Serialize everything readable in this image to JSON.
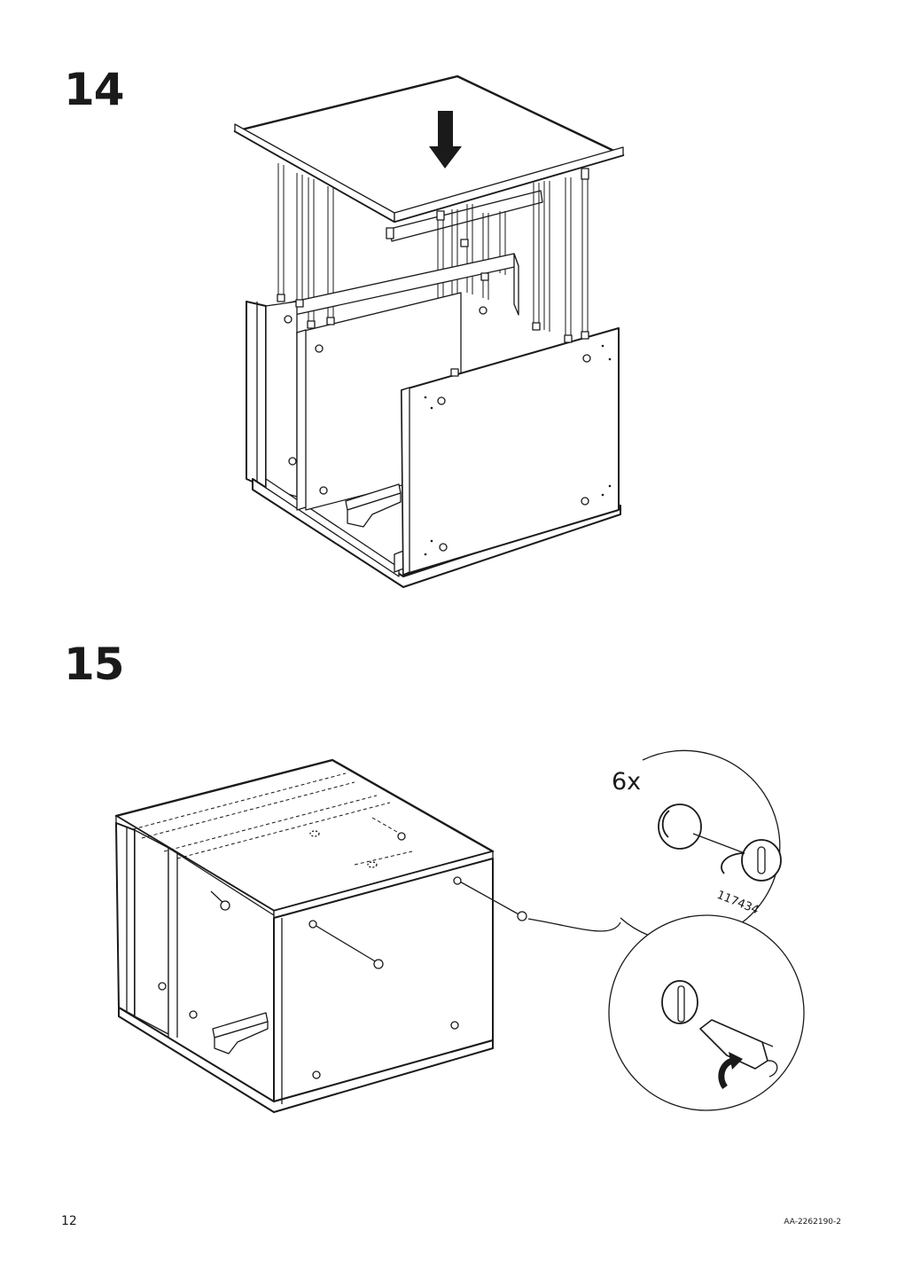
{
  "steps": [
    {
      "number": "14"
    },
    {
      "number": "15",
      "quantity": "6x",
      "part_number": "117434"
    }
  ],
  "footer": {
    "page_number": "12",
    "document_code": "AA-2262190-2"
  }
}
